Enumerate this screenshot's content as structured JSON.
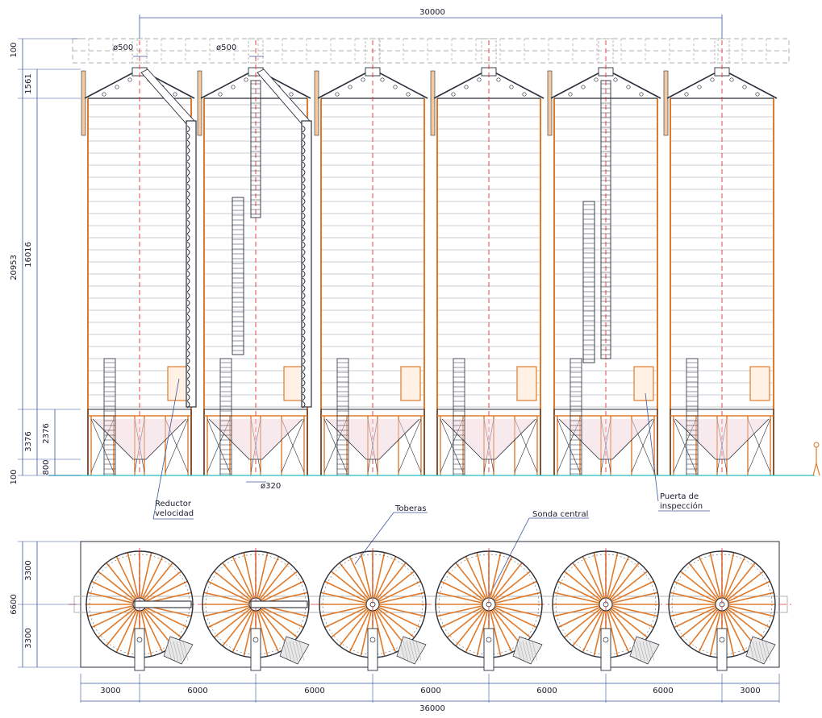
{
  "colors": {
    "steel_orange": "#e07a2a",
    "ring_grey": "#b8bec6",
    "line_dark": "#2a2f3a",
    "center_red": "#e0333a",
    "dim_blue": "#3b55a0",
    "ground_cyan": "#20c0c0",
    "cone_pink": "#f2d4dc",
    "platform_grey": "#b0b0b0"
  },
  "elevation": {
    "top_span_dim": "30000",
    "hatch_dim_1": "ø500",
    "hatch_dim_2": "ø500",
    "outlet_dim": "ø320",
    "left_dims": [
      "100",
      "1561",
      "20953",
      "16016",
      "3376",
      "2376",
      "800",
      "100"
    ],
    "labels": {
      "reductor_line1": "Reductor",
      "reductor_line2": "velocidad",
      "toberas": "Toberas",
      "sonda_central": "Sonda central",
      "puerta_line1": "Puerta de",
      "puerta_line2": "inspección"
    }
  },
  "plan": {
    "left_dims": [
      "3300",
      "6600",
      "3300"
    ],
    "bottom_dims": [
      "3000",
      "6000",
      "6000",
      "6000",
      "6000",
      "6000",
      "3000"
    ],
    "total_dim": "36000"
  }
}
